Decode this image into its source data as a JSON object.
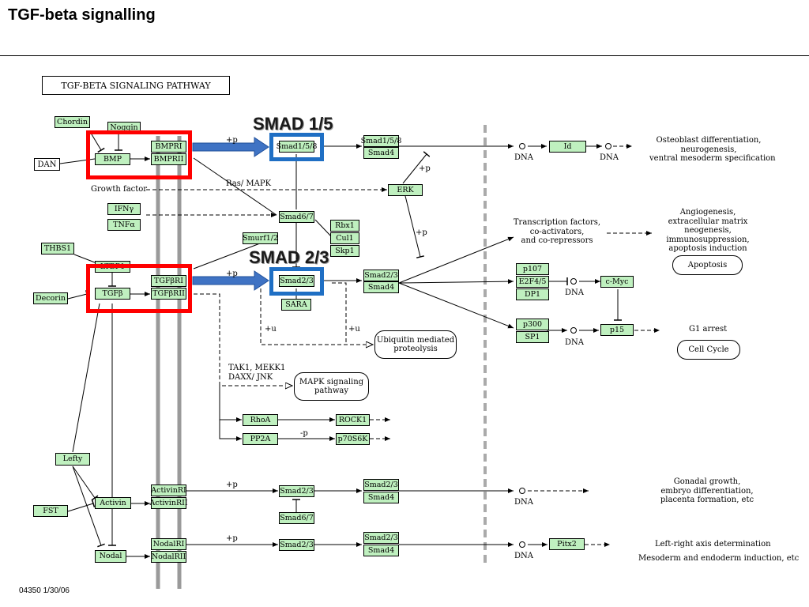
{
  "slide_title": "TGF-beta signalling",
  "pathway_title": "TGF-BETA SIGNALING PATHWAY",
  "footer": "04350  1/30/06",
  "callouts": {
    "smad15": "SMAD 1/5",
    "smad23": "SMAD 2/3"
  },
  "colors": {
    "node_fill": "#bff0bf",
    "highlight_red": "#ff0000",
    "highlight_blue": "#1f6fc4",
    "arrow_blue": "#3f73c4"
  },
  "nodes": {
    "chordin": "Chordin",
    "noggin": "Noggin",
    "bmp": "BMP",
    "bmpri": "BMPRI",
    "bmprii": "BMPRII",
    "smad158": "Smad1/5/8",
    "smad158_r": "Smad1/5/8",
    "smad4_1": "Smad4",
    "id": "Id",
    "erk": "ERK",
    "ifny": "IFNγ",
    "tnfa": "TNFα",
    "smad67": "Smad6/7",
    "rbx1": "Rbx1",
    "cul1": "Cul1",
    "skp1": "Skp1",
    "smurf12": "Smurf1/2",
    "thbs1": "THBS1",
    "ltbp1": "LTBP1",
    "tgfb": "TGFβ",
    "tgfbri": "TGFβRI",
    "tgfbrii": "TGFβRII",
    "decorin": "Decorin",
    "smad23": "Smad2/3",
    "sara": "SARA",
    "smad23_r": "Smad2/3",
    "smad4_2": "Smad4",
    "p107": "p107",
    "e2f45": "E2F4/5",
    "dp1": "DP1",
    "cmyc": "c-Myc",
    "p300": "p300",
    "sp1": "SP1",
    "p15": "p15",
    "rhoa": "RhoA",
    "rock1": "ROCK1",
    "pp2a": "PP2A",
    "p70s6k": "p70S6K",
    "lefty": "Lefty",
    "fst": "FST",
    "activin": "Activin",
    "activinri": "ActivinRI",
    "activinrii": "ActivinRII",
    "smad23_a": "Smad2/3",
    "smad23_ar": "Smad2/3",
    "smad4_a": "Smad4",
    "smad67_a": "Smad6/7",
    "nodal": "Nodal",
    "nodalri": "NodalRI",
    "nodalrii": "NodalRII",
    "smad23_n": "Smad2/3",
    "smad23_nr": "Smad2/3",
    "smad4_n": "Smad4",
    "pitx2": "Pitx2"
  },
  "white_nodes": {
    "dan": "DAN"
  },
  "ovals": {
    "apoptosis": "Apoptosis",
    "cell_cycle": "Cell Cycle",
    "ubiquitin": "Ubiquitin mediated\nproteolysis",
    "mapk": "MAPK signaling\npathway"
  },
  "labels": {
    "growth_factor": "Growth factor",
    "ras_mapk": "Ras/ MAPK",
    "tak1": "TAK1, MEKK1\nDAXX/ JNK",
    "osteoblast": "Osteoblast differentiation,\nneurogenesis,\nventral mesoderm specification",
    "angiogenesis": "Angiogenesis,\nextracellular matrix\nneogenesis,\nimmunosuppression,\napoptosis induction",
    "transcription": "Transcription factors,\nco-activators,\nand co-repressors",
    "g1_arrest": "G1 arrest",
    "gonadal": "Gonadal growth,\nembryo differentiation,\nplacenta formation, etc",
    "left_right": "Left-right axis determination",
    "mesoderm": "Mesoderm and endoderm induction, etc",
    "dna": "DNA",
    "plus_p": "+p",
    "minus_p": "-p",
    "plus_u": "+u"
  }
}
